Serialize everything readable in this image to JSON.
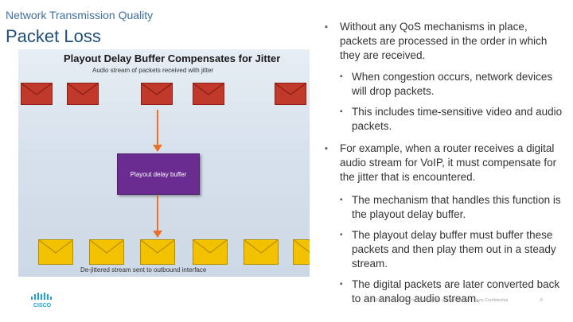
{
  "header": {
    "kicker": "Network Transmission Quality",
    "title": "Packet Loss"
  },
  "figure": {
    "title": "Playout Delay Buffer Compensates for Jitter",
    "top_caption": "Audio stream of packets received with jitter",
    "buffer_label": "Playout delay buffer",
    "bottom_caption": "De-jittered stream sent to outbound interface",
    "colors": {
      "jitter_packet": "#c0392b",
      "dejittered_packet": "#f2c200",
      "buffer": "#6a2c91",
      "arrow": "#e8722a"
    }
  },
  "bullets": [
    {
      "text": "Without any QoS mechanisms in place, packets are processed in the order in which they are received.",
      "subs": [
        "When congestion occurs, network devices will drop packets.",
        "This includes time-sensitive video and audio packets."
      ]
    },
    {
      "text": "For example, when a router receives a digital audio stream for VoIP, it must compensate for the jitter that is encountered.",
      "subs": [
        "The mechanism that handles this function is the playout delay buffer.",
        "The playout delay buffer must buffer these packets and then play them out in a steady stream.",
        "The digital packets are later converted back to an analog audio stream."
      ]
    }
  ],
  "bullet_marker": "▪",
  "footer": {
    "copyright": "© 2013 Cisco and/or its affiliates. All rights reserved.   Cisco Confidential",
    "page": "8"
  },
  "logo": {
    "text": "CISCO",
    "icon": "cisco-logo-icon"
  }
}
